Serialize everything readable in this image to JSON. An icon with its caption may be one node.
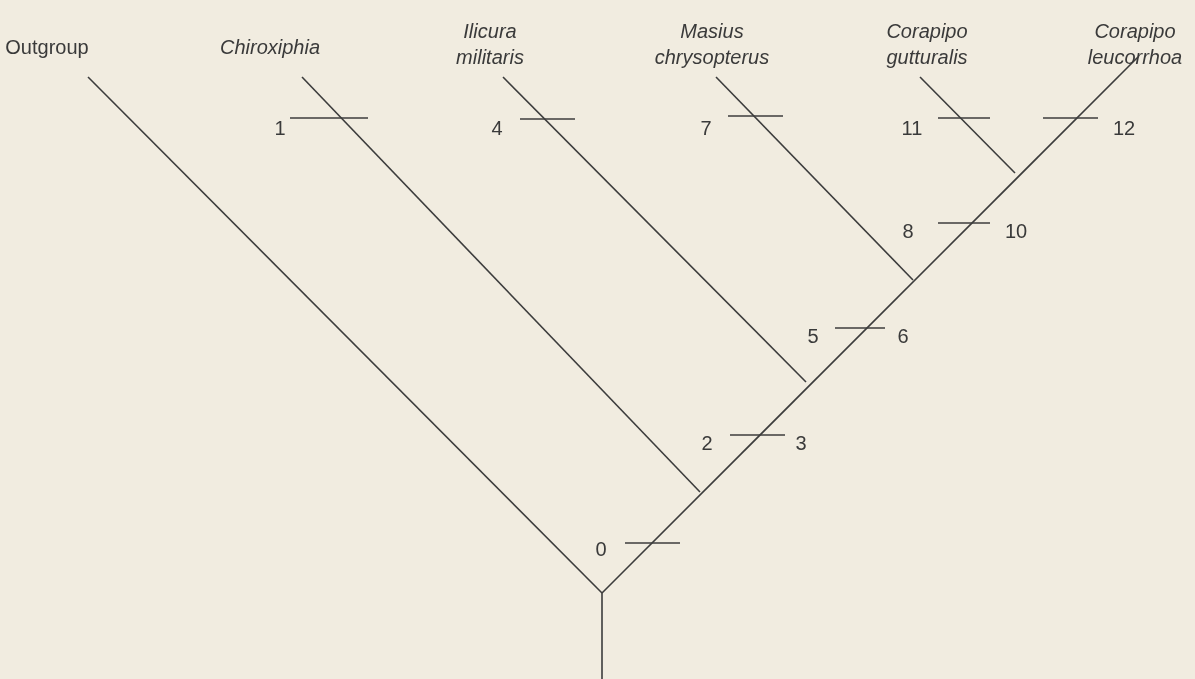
{
  "diagram": {
    "labels": [
      "Outgroup",
      "Chiroxiphia",
      "Ilicura militaris",
      "Masius chrysopterus",
      "Corapipo gutturalis",
      "Corapipo leucorrhoa",
      "1",
      "4",
      "7",
      "11",
      "12",
      "8",
      "10",
      "5",
      "6",
      "2",
      "3",
      "0"
    ]
  }
}
